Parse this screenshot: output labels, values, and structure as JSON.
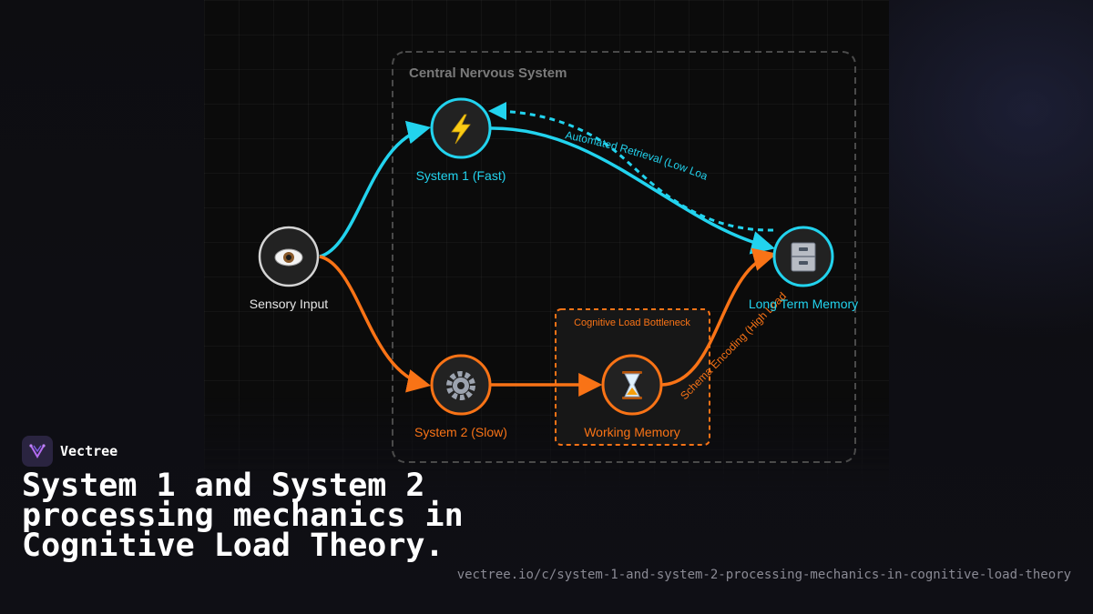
{
  "diagram": {
    "group_label": "Central Nervous System",
    "bottleneck_label": "Cognitive Load Bottleneck",
    "nodes": {
      "sensory": {
        "label": "Sensory Input",
        "icon": "eye-icon"
      },
      "system1": {
        "label": "System 1 (Fast)",
        "icon": "lightning-icon"
      },
      "system2": {
        "label": "System 2 (Slow)",
        "icon": "gear-icon"
      },
      "working_memory": {
        "label": "Working Memory",
        "icon": "hourglass-icon"
      },
      "long_term_memory": {
        "label": "Long Term Memory",
        "icon": "file-cabinet-icon"
      }
    },
    "edges": {
      "retrieval": "Automated Retrieval (Low Load)",
      "encoding": "Schema Encoding (High Load)"
    },
    "colors": {
      "fast": "#22d3ee",
      "slow": "#f97316",
      "neutral": "#d4d4d4"
    }
  },
  "brand": {
    "name": "Vectree"
  },
  "title": "System 1 and System 2 processing mechanics in Cognitive Load Theory.",
  "url": "vectree.io/c/system-1-and-system-2-processing-mechanics-in-cognitive-load-theory"
}
